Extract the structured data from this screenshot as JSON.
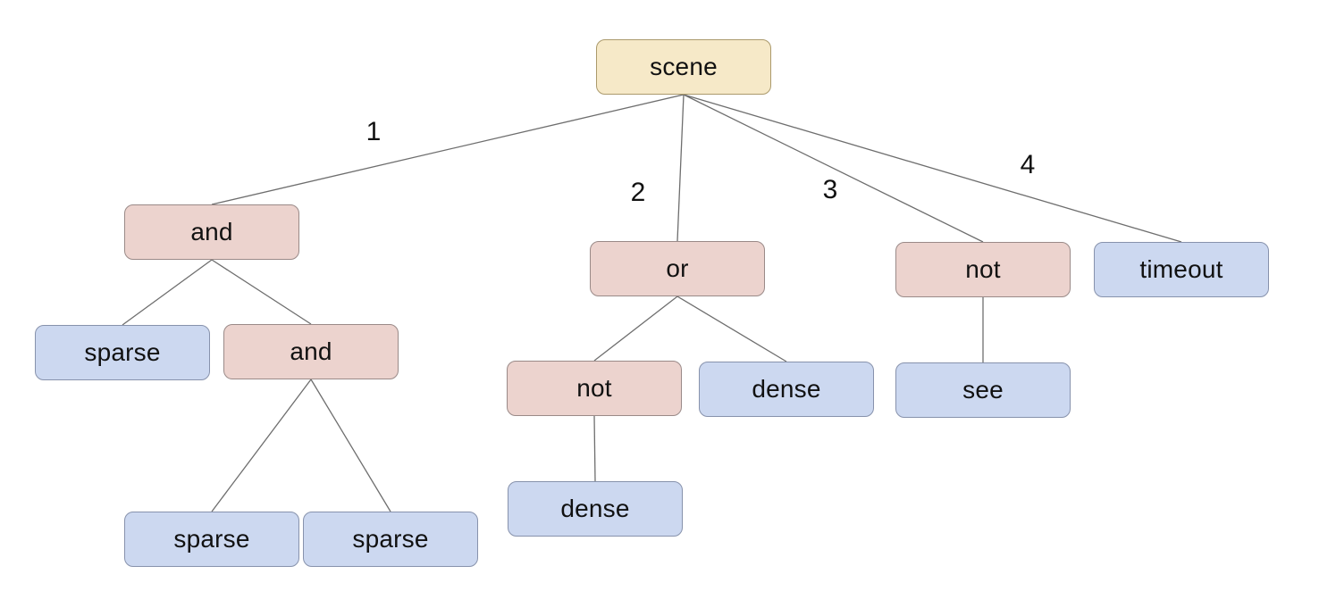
{
  "diagram": {
    "type": "tree",
    "root": "scene",
    "colors": {
      "root_fill": "#f6e9c8",
      "root_border": "#ab9a6c",
      "operator_fill": "#ecd3ce",
      "operator_border": "#9a8a88",
      "leaf_fill": "#ccd8f0",
      "leaf_border": "#8792ac",
      "edge": "#6e6e6e"
    },
    "nodes": [
      {
        "id": "scene",
        "label": "scene",
        "kind": "root"
      },
      {
        "id": "and-1",
        "label": "and",
        "kind": "operator"
      },
      {
        "id": "or-1",
        "label": "or",
        "kind": "operator"
      },
      {
        "id": "not-1",
        "label": "not",
        "kind": "operator"
      },
      {
        "id": "timeout",
        "label": "timeout",
        "kind": "leaf"
      },
      {
        "id": "sparse-1",
        "label": "sparse",
        "kind": "leaf"
      },
      {
        "id": "and-2",
        "label": "and",
        "kind": "operator"
      },
      {
        "id": "not-2",
        "label": "not",
        "kind": "operator"
      },
      {
        "id": "dense-1",
        "label": "dense",
        "kind": "leaf"
      },
      {
        "id": "see",
        "label": "see",
        "kind": "leaf"
      },
      {
        "id": "sparse-2",
        "label": "sparse",
        "kind": "leaf"
      },
      {
        "id": "sparse-3",
        "label": "sparse",
        "kind": "leaf"
      },
      {
        "id": "dense-2",
        "label": "dense",
        "kind": "leaf"
      }
    ],
    "edges": [
      {
        "from": "scene",
        "to": "and-1",
        "label": "1"
      },
      {
        "from": "scene",
        "to": "or-1",
        "label": "2"
      },
      {
        "from": "scene",
        "to": "not-1",
        "label": "3"
      },
      {
        "from": "scene",
        "to": "timeout",
        "label": "4"
      },
      {
        "from": "and-1",
        "to": "sparse-1"
      },
      {
        "from": "and-1",
        "to": "and-2"
      },
      {
        "from": "and-2",
        "to": "sparse-2"
      },
      {
        "from": "and-2",
        "to": "sparse-3"
      },
      {
        "from": "or-1",
        "to": "not-2"
      },
      {
        "from": "or-1",
        "to": "dense-1"
      },
      {
        "from": "not-2",
        "to": "dense-2"
      },
      {
        "from": "not-1",
        "to": "see"
      }
    ]
  }
}
